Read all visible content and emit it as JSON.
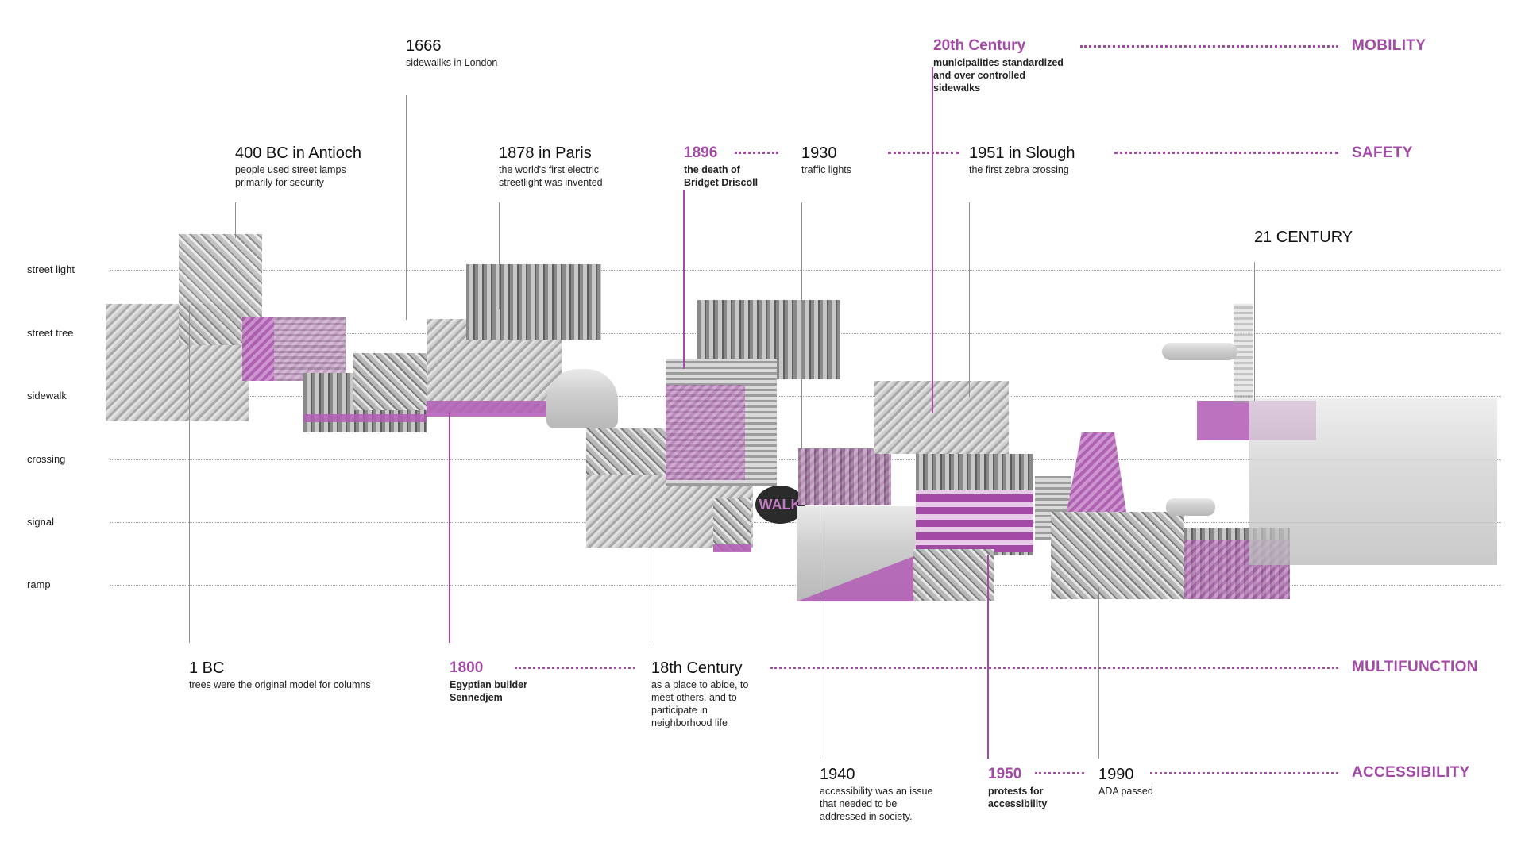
{
  "lanes": [
    "street light",
    "street tree",
    "sidewalk",
    "crossing",
    "signal",
    "ramp"
  ],
  "events": {
    "e1666": {
      "year": "1666",
      "desc": "sidewallks in London"
    },
    "e400bc": {
      "year": "400 BC in Antioch",
      "desc": "people used street lamps\nprimarily for security"
    },
    "e1878": {
      "year": "1878 in Paris",
      "desc": "the world's first electric\nstreetlight was invented"
    },
    "e1896": {
      "year": "1896",
      "desc": "the death of\nBridget Driscoll"
    },
    "e1930": {
      "year": "1930",
      "desc": "traffic lights"
    },
    "e20c": {
      "year": "20th Century",
      "desc": "municipalities standardized\nand over controlled\nsidewalks"
    },
    "e1951": {
      "year": "1951 in Slough",
      "desc": "the first zebra crossing"
    },
    "e21c": {
      "year": "21 CENTURY"
    },
    "e1bc": {
      "year": "1 BC",
      "desc": "trees were the original model for columns"
    },
    "e1800": {
      "year": "1800",
      "desc": "Egyptian builder\nSennedjem"
    },
    "e18c": {
      "year": "18th Century",
      "desc": "as a place to abide, to\nmeet others, and to\nparticipate in\nneighborhood life"
    },
    "e1940": {
      "year": "1940",
      "desc": "accessibility was an issue\nthat needed to be\naddressed in society."
    },
    "e1950": {
      "year": "1950",
      "desc": "protests for\naccessibility"
    },
    "e1990": {
      "year": "1990",
      "desc": "ADA passed"
    }
  },
  "categories": {
    "mobility": "MOBILITY",
    "safety": "SAFETY",
    "multifunction": "MULTIFUNCTION",
    "accessibility": "ACCESSIBILITY"
  },
  "signs": {
    "walk": "WALK"
  },
  "colors": {
    "accent": "#a24aa6",
    "text": "#222222",
    "guide": "#9a9a9a"
  }
}
